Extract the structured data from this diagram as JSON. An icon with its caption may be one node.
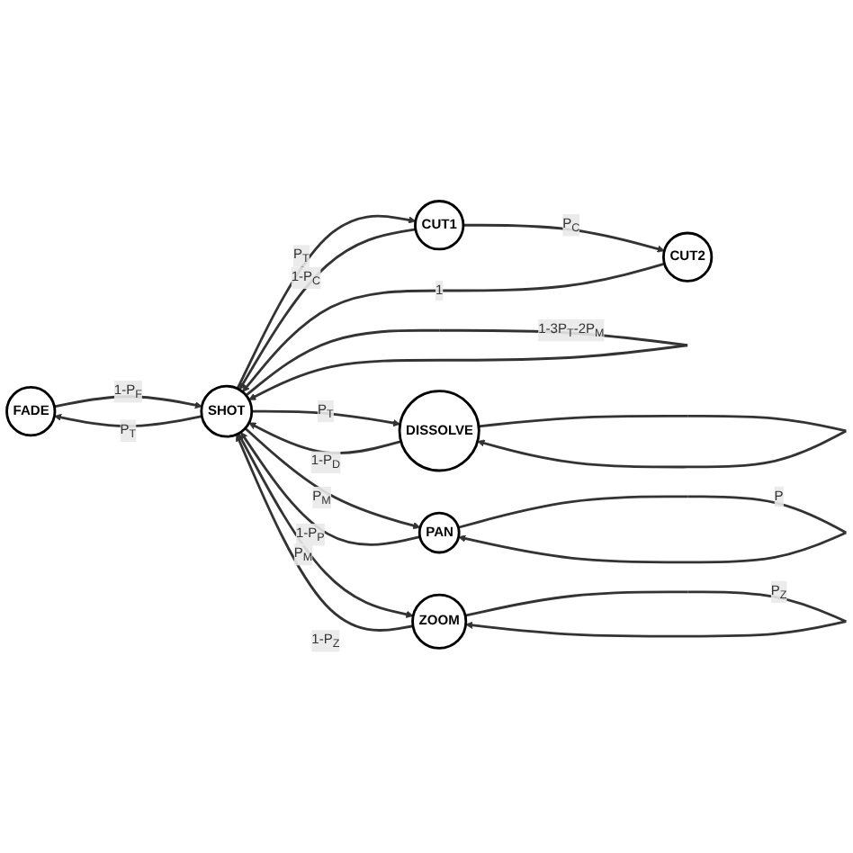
{
  "diagram": {
    "nodes": [
      {
        "text": [
          "FADE"
        ]
      },
      {
        "text": [
          "DISSOLVE"
        ]
      },
      {
        "text": [
          "SHOT"
        ]
      },
      {
        "text": [
          "CUT1"
        ]
      },
      {
        "text": [
          "CUT2"
        ]
      },
      {
        "text": [
          "PAN"
        ]
      },
      {
        "text": [
          "ZOOM"
        ]
      }
    ],
    "edges": [
      {
        "from": 2,
        "to": 2,
        "arrow": "to",
        "label": "1-3P$_{T}$-2P$_{M}$"
      },
      {
        "from": 2,
        "to": 0,
        "arrow": "to",
        "label": "P$_{T}$"
      },
      {
        "from": 0,
        "to": 2,
        "arrow": "to",
        "label": "1-P$_{F}$"
      },
      {
        "from": 1,
        "to": 1,
        "arrow": "to"
      },
      {
        "from": 2,
        "to": 1,
        "arrow": "to",
        "label": "P$_{T}$"
      },
      {
        "from": 1,
        "to": 2,
        "arrow": "to",
        "label": "1-P$_{D}$"
      },
      {
        "from": 2,
        "to": 3,
        "arrow": "to",
        "label": "P$_{T}$"
      },
      {
        "from": 3,
        "to": 2,
        "arrow": "to",
        "label": "1-P$_{C}$"
      },
      {
        "from": 3,
        "to": 4,
        "arrow": "to",
        "label": "P$_{C}$"
      },
      {
        "from": 4,
        "to": 2,
        "arrow": "to",
        "label": "1"
      },
      {
        "from": 2,
        "to": 5,
        "arrow": "to",
        "label": "P$_{M}$"
      },
      {
        "from": 5,
        "to": 2,
        "arrow": "to",
        "label": "1-P$_{P}$"
      },
      {
        "from": 5,
        "to": 5,
        "arrow": "to",
        "label": "P"
      },
      {
        "from": 2,
        "to": 6,
        "arrow": "to",
        "label": "P$_{M}$"
      },
      {
        "from": 6,
        "to": 2,
        "arrow": "to",
        "label": "1-P$_{Z}$"
      },
      {
        "from": 6,
        "to": 6,
        "arrow": "to",
        "label": "P$_{Z}$"
      }
    ]
  }
}
